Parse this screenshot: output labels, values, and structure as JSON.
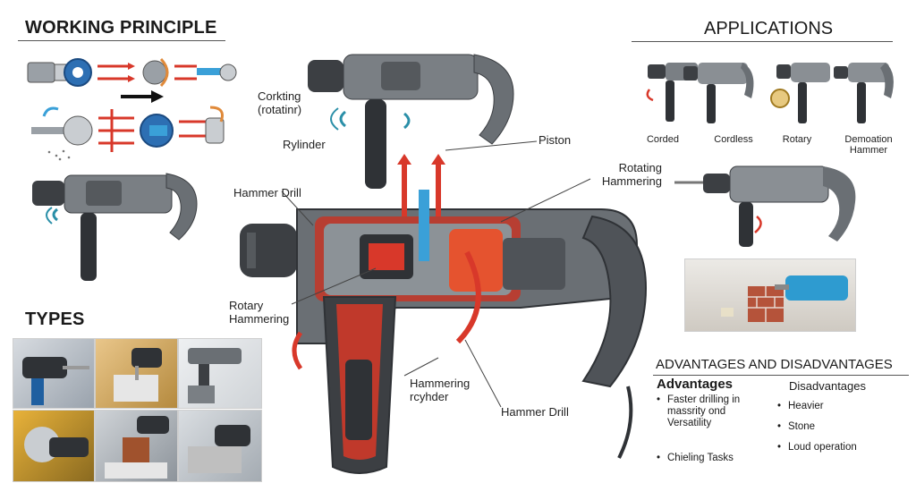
{
  "working_principle": {
    "title": "WORKING PRINCIPLE"
  },
  "types": {
    "title": "TYPES"
  },
  "applications": {
    "title": "APPLICATIONS",
    "items": [
      "Corded",
      "Cordless",
      "Rotary",
      "Demoation Hammer"
    ]
  },
  "main_diagram": {
    "labels": {
      "corkting": "Corkting (rotatinr)",
      "rylinder": "Rylinder",
      "piston": "Piston",
      "rotating_hammering": "Rotating Hammering",
      "hammer_drill_top": "Hammer Drill",
      "rotary_hammering": "Rotary Hammering",
      "hammering_cylinder": "Hammering rcyhder",
      "hammer_drill_bottom": "Hammer Drill"
    }
  },
  "adv_disadv": {
    "title": "ADVANTAGES AND DISADVANTAGES",
    "advantages_title": "Advantages",
    "advantages": [
      "Faster drilling in massrity ond Versatility",
      "Chieling Tasks"
    ],
    "disadvantages_title": "Disadvantages",
    "disadvantages": [
      "Heavier",
      "Stone",
      "Loud operation"
    ]
  },
  "colors": {
    "housing": "#5b5f63",
    "red": "#d8382a",
    "blue": "#3aa0d8",
    "teal": "#2a8fa8"
  }
}
